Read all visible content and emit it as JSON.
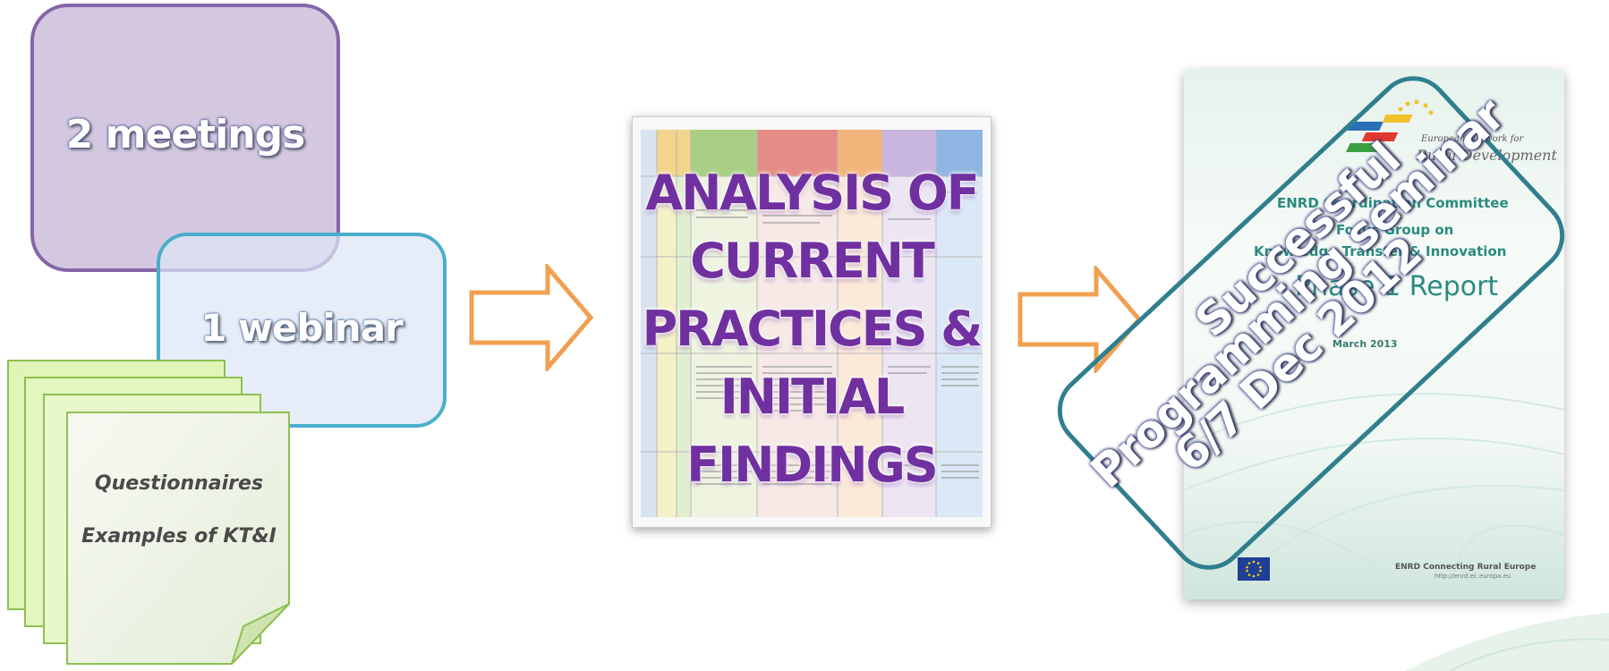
{
  "left_group": {
    "meetings_label": "2 meetings",
    "webinar_label": "1 webinar",
    "documents": [
      "Questionnaires",
      "Examples of  KT&I"
    ]
  },
  "center": {
    "title_lines": [
      "ANALYSIS OF",
      "CURRENT",
      "PRACTICES &",
      "INITIAL",
      "FINDINGS"
    ]
  },
  "report": {
    "org_line_1": "European Network for",
    "org_line_2": "Rural Development",
    "heading_line_1": "ENRD Coordination Committee",
    "heading_line_2": "Focus Group on",
    "heading_line_3": "Knowledge Transfer & Innovation",
    "title": "Phase 1 Report",
    "date": "March 2013",
    "footer": "ENRD Connecting Rural Europe",
    "footer_url": "http://enrd.ec.europa.eu"
  },
  "stamp": {
    "lines": [
      "Successful",
      "Programming seminar",
      "6/7 Dec 2012"
    ]
  },
  "colors": {
    "purple_box": "#d3c8e0",
    "purple_border": "#8564a8",
    "blue_box": "#dce6f5",
    "blue_border": "#4aaec9",
    "page_green": "#e8f7c8",
    "arrow_orange": "#f0a050",
    "title_purple": "#7030a0",
    "stamp_teal": "#2f7f8f"
  }
}
